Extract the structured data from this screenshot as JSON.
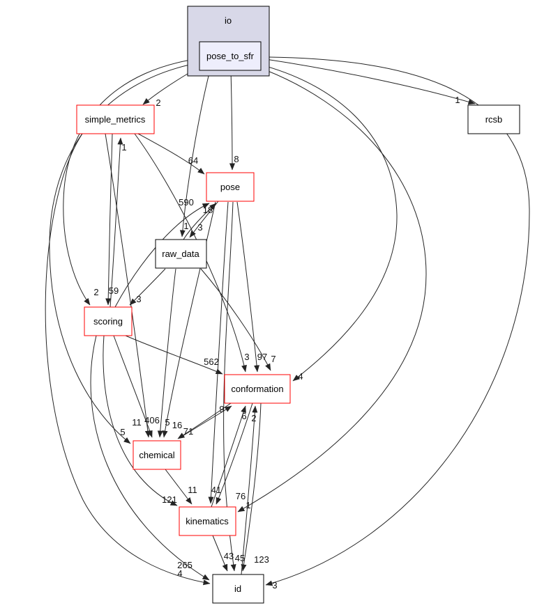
{
  "diagram": {
    "type": "directory-dependency-graph",
    "cluster": {
      "label": "io"
    },
    "focus": {
      "label": "pose_to_sfr"
    },
    "nodes": [
      {
        "id": "simple_metrics",
        "label": "simple_metrics",
        "style": "red"
      },
      {
        "id": "rcsb",
        "label": "rcsb",
        "style": "black"
      },
      {
        "id": "pose",
        "label": "pose",
        "style": "red"
      },
      {
        "id": "raw_data",
        "label": "raw_data",
        "style": "black"
      },
      {
        "id": "scoring",
        "label": "scoring",
        "style": "red"
      },
      {
        "id": "conformation",
        "label": "conformation",
        "style": "red"
      },
      {
        "id": "chemical",
        "label": "chemical",
        "style": "red"
      },
      {
        "id": "kinematics",
        "label": "kinematics",
        "style": "red"
      },
      {
        "id": "id",
        "label": "id",
        "style": "black"
      }
    ],
    "edges": [
      {
        "from": "pose_to_sfr",
        "to": "simple_metrics",
        "count": "2"
      },
      {
        "from": "pose_to_sfr",
        "to": "rcsb",
        "count": "1"
      },
      {
        "from": "pose_to_sfr",
        "to": "pose",
        "count": "8"
      },
      {
        "from": "pose_to_sfr",
        "to": "raw_data",
        "count": "1"
      },
      {
        "from": "pose_to_sfr",
        "to": "scoring",
        "count": "2"
      },
      {
        "from": "pose_to_sfr",
        "to": "conformation",
        "count": "4"
      },
      {
        "from": "pose_to_sfr",
        "to": "chemical",
        "count": "5"
      },
      {
        "from": "pose_to_sfr",
        "to": "kinematics",
        "count": "1"
      },
      {
        "from": "pose_to_sfr",
        "to": "id",
        "count": "3"
      },
      {
        "from": "simple_metrics",
        "to": "pose",
        "count": "64"
      },
      {
        "from": "simple_metrics",
        "to": "scoring",
        "count": "59"
      },
      {
        "from": "simple_metrics",
        "to": "conformation",
        "count": "3"
      },
      {
        "from": "simple_metrics",
        "to": "chemical",
        "count": "11"
      },
      {
        "from": "simple_metrics",
        "to": "id",
        "count": "4"
      },
      {
        "from": "pose",
        "to": "raw_data",
        "count": "3"
      },
      {
        "from": "pose",
        "to": "conformation",
        "count": "97"
      },
      {
        "from": "pose",
        "to": "chemical",
        "count": "16"
      },
      {
        "from": "pose",
        "to": "kinematics",
        "count": "41"
      },
      {
        "from": "pose",
        "to": "id",
        "count": "45"
      },
      {
        "from": "raw_data",
        "to": "pose",
        "count": "18"
      },
      {
        "from": "raw_data",
        "to": "scoring",
        "count": "3"
      },
      {
        "from": "raw_data",
        "to": "conformation",
        "count": "7"
      },
      {
        "from": "raw_data",
        "to": "chemical",
        "count": "5"
      },
      {
        "from": "scoring",
        "to": "simple_metrics",
        "count": "1"
      },
      {
        "from": "scoring",
        "to": "pose",
        "count": "590"
      },
      {
        "from": "scoring",
        "to": "conformation",
        "count": "562"
      },
      {
        "from": "scoring",
        "to": "chemical",
        "count": "406"
      },
      {
        "from": "scoring",
        "to": "kinematics",
        "count": "121"
      },
      {
        "from": "scoring",
        "to": "id",
        "count": "265"
      },
      {
        "from": "conformation",
        "to": "chemical",
        "count": "71"
      },
      {
        "from": "conformation",
        "to": "kinematics",
        "count": "76"
      },
      {
        "from": "conformation",
        "to": "id",
        "count": "123"
      },
      {
        "from": "chemical",
        "to": "conformation",
        "count": "9"
      },
      {
        "from": "chemical",
        "to": "kinematics",
        "count": "11"
      },
      {
        "from": "kinematics",
        "to": "conformation",
        "count": "6"
      },
      {
        "from": "kinematics",
        "to": "id",
        "count": "43"
      },
      {
        "from": "id",
        "to": "conformation",
        "count": "2"
      }
    ],
    "colors": {
      "red_border": "#ff0000",
      "black_border": "#000000",
      "cluster_fill": "#d8d8e8",
      "focus_fill": "#eeeefc",
      "edge": "#242424",
      "node_fill": "#ffffff"
    }
  }
}
